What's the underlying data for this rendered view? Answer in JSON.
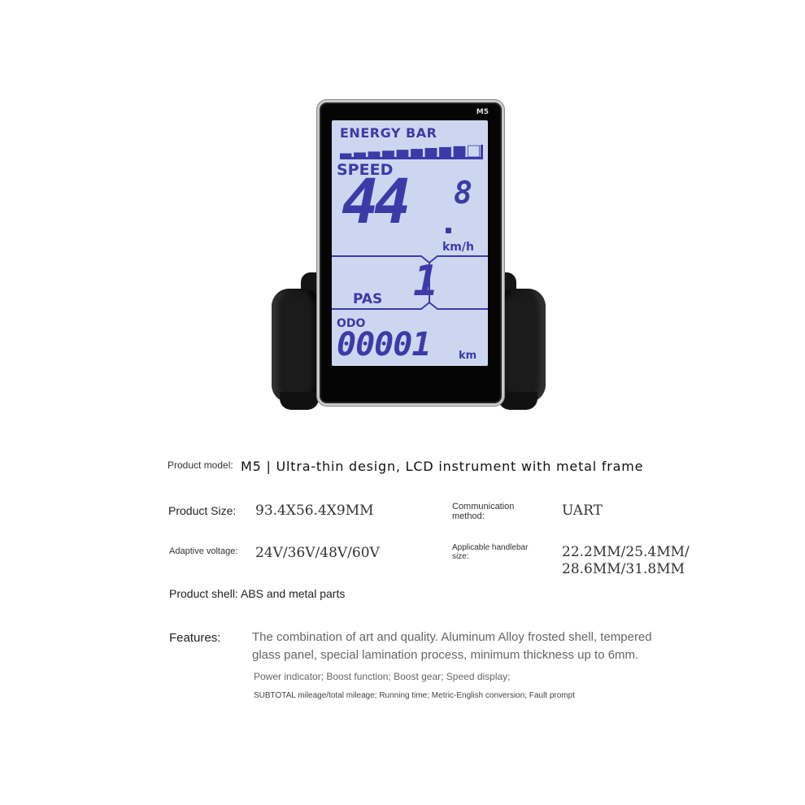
{
  "device": {
    "model_tag": "M5",
    "energy_label": "ENERGY  BAR",
    "energy_level": 0.9,
    "speed_label": "SPEED",
    "speed_whole": "44",
    "speed_decimal": "8",
    "speed_unit": "km/h",
    "pas_label": "PAS",
    "pas_value": "1",
    "odo_label": "ODO",
    "odo_value": "00001",
    "odo_unit": "km",
    "colors": {
      "lcd_background": "#ccd7ef",
      "lcd_segment": "#3b3ba8",
      "bezel": "#050505"
    }
  },
  "specs": {
    "model": {
      "label": "Product model:",
      "value": "M5 | Ultra-thin design, LCD instrument with metal frame"
    },
    "size": {
      "label": "Product Size:",
      "value": "93.4X56.4X9MM"
    },
    "communication": {
      "label_line1": "Communication",
      "label_line2": "method:",
      "value": "UART"
    },
    "voltage": {
      "label": "Adaptive voltage:",
      "value": "24V/36V/48V/60V"
    },
    "handlebar": {
      "label_line1": "Applicable handlebar",
      "label_line2": "size:",
      "value_line1": "22.2MM/25.4MM/",
      "value_line2": "28.6MM/31.8MM"
    },
    "shell": {
      "text": "Product shell: ABS and metal parts"
    },
    "features": {
      "label": "Features:",
      "description": "The combination of art and quality. Aluminum Alloy frosted shell, tempered glass panel, special lamination process, minimum thickness up to 6mm.",
      "list1": "Power indicator; Boost function; Boost gear; Speed display;",
      "list2": "SUBTOTAL mileage/total mileage; Running time; Metric-English conversion; Fault prompt"
    }
  }
}
